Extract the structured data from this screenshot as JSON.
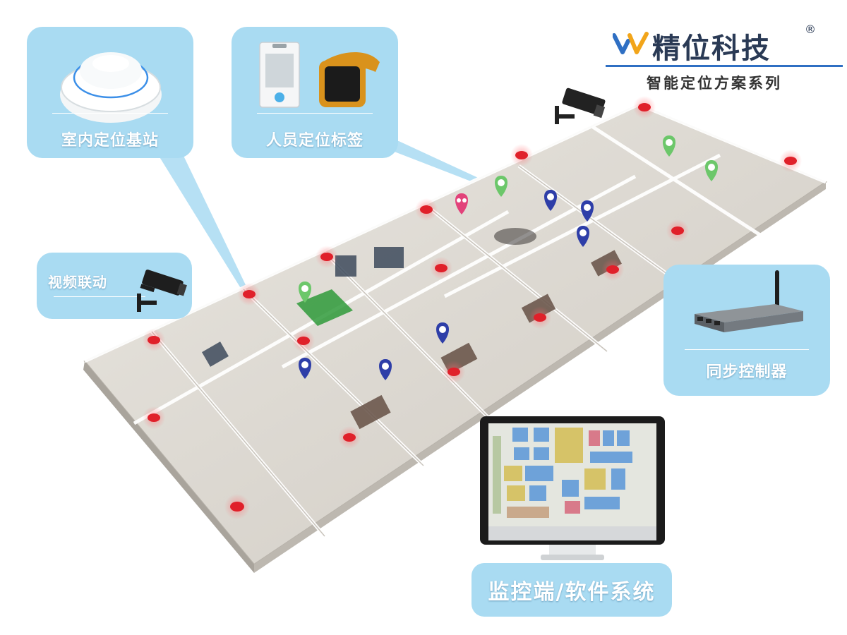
{
  "brand": {
    "title": "精位科技",
    "registered": "®",
    "subtitle": "智能定位方案系列",
    "accent_color": "#2f6fc3"
  },
  "callouts": {
    "base_station": {
      "label": "室内定位基站",
      "icon": "dome-base-station-icon"
    },
    "personnel_tag": {
      "label": "人员定位标签",
      "icon": "badge-and-watch-tag-icon"
    },
    "video_linkage": {
      "label": "视频联动",
      "icon": "cctv-camera-icon"
    },
    "sync_controller": {
      "label": "同步控制器",
      "icon": "router-antenna-icon"
    },
    "monitoring": {
      "label": "监控端/软件系统",
      "icon": "monitor-map-icon"
    }
  },
  "colors": {
    "card_fill": "#a9dbf2",
    "beacon_red": "#e0202a",
    "pin_blue": "#2e3ea8",
    "pin_green": "#6cc76a",
    "pin_pink": "#e2427a"
  }
}
